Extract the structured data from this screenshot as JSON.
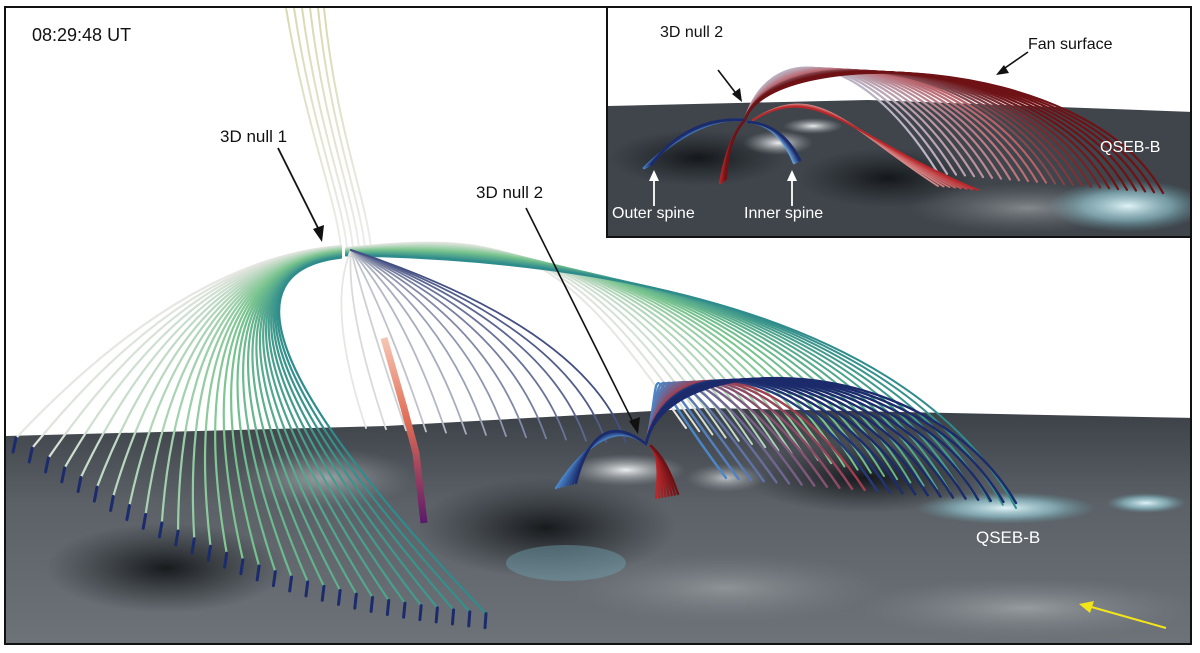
{
  "figure": {
    "timestamp": "08:29:48 UT",
    "labels": {
      "null1": "3D null 1",
      "null2": "3D null 2",
      "qseb": "QSEB-B"
    },
    "inset": {
      "null2": "3D null 2",
      "fan_surface": "Fan surface",
      "qseb": "QSEB-B",
      "outer_spine": "Outer spine",
      "inner_spine": "Inner spine"
    },
    "colors": {
      "surface_dark": "#2a2f34",
      "surface_light": "#b8bcc0",
      "qseb_glow": "#bfeef5",
      "line_white": "#e6e6e2",
      "line_green": "#79c48e",
      "line_teal": "#2f8c8c",
      "line_navy": "#1c2b6b",
      "line_red": "#b8282b",
      "line_darkred": "#6e1216",
      "line_blue": "#4a86c8",
      "spine_orange": "#e87a5a",
      "spine_purple": "#5a1a6a",
      "arrow_yellow": "#f2e51a"
    },
    "icons": [
      "arrow-pointer",
      "arrow-pointer-yellow"
    ]
  }
}
